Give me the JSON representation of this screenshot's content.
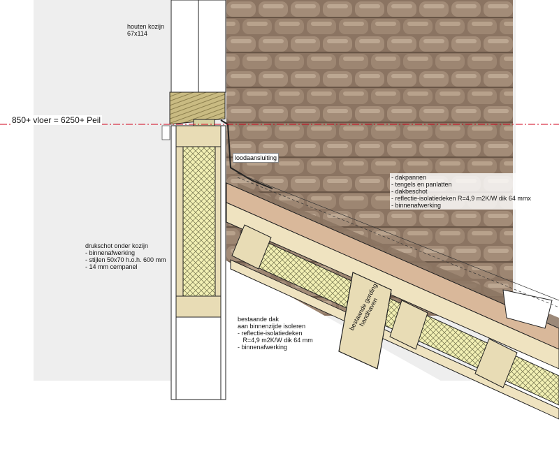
{
  "labels": {
    "frame": [
      "houten kozijn",
      "67x114"
    ],
    "level": "850+ vloer = 6250+ Peil",
    "lead": "loodaansluiting",
    "roof_layers": [
      "- dakpannen",
      "- tengels en panlatten",
      "- dakbeschot",
      "- reflectie-isolatiedeken R=4,9 m2K/W dik 64 mmx",
      "- binnenafwerking"
    ],
    "knee_wall": [
      "drukschot onder kozijn",
      "- binnenafwerking",
      "- stijlen 50x70 h.o.h. 600 mm",
      "- 14 mm cempanel"
    ],
    "insulate": [
      "bestaande dak",
      "aan binnenzijde isoleren",
      "- reflectie-isolatiedeken",
      "   R=4,9 m2K/W dik 64 mm",
      "- binnenafwerking"
    ],
    "purlin": [
      "bestaande gording",
      "handhaven"
    ]
  },
  "colors": {
    "background_panel": "#eeeeee",
    "timber": "#e8dcb5",
    "frame_wood": "#c9bb82",
    "insulation": "#f2f0b4",
    "hatch": "#7a7a52",
    "roof_board": "#d9b89a",
    "tiles": "#8a7361",
    "level_line": "#d0021b"
  }
}
